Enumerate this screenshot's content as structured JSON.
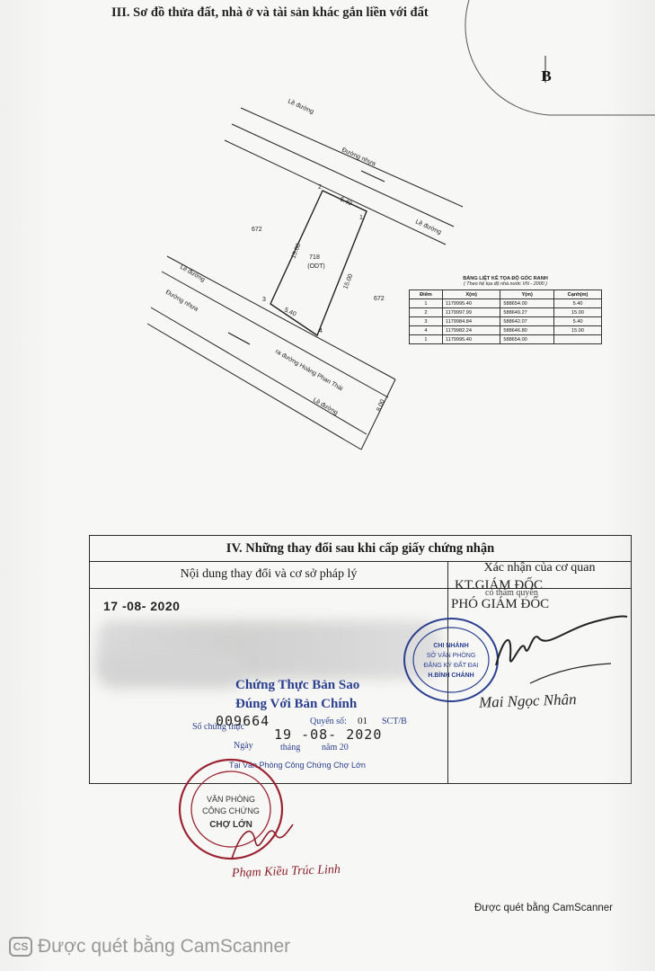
{
  "section3": {
    "title": "III. Sơ đồ thửa đất, nhà ở và tài sản khác gắn liền với đất",
    "compass_label": "B",
    "map": {
      "road_top_edge_label": "Lề đường",
      "road_top_name": "Đường nhựa",
      "road_top_side_label": "Lề đường",
      "road_bottom_edge_label": "Lề đường",
      "road_bottom_name": "Đường nhựa",
      "road_bottom_direction": "ra đường Hoàng Phan Thái",
      "road_bottom_side_label": "Lề đường",
      "road_bottom_width": "8.00",
      "parcel_number": "718",
      "parcel_type": "(ODT)",
      "neighbor_left": "672",
      "neighbor_right": "672",
      "edge_top": "5.40",
      "edge_bottom": "5.40",
      "edge_left": "15.00",
      "edge_right": "15.00",
      "corner_1": "1",
      "corner_2": "2",
      "corner_3": "3",
      "corner_4": "4"
    },
    "coord_table": {
      "title": "BẢNG LIỆT KÊ TỌA ĐỘ GÓC RANH",
      "subtitle": "( Theo hệ tọa độ nhà nước VN - 2000 )",
      "headers": [
        "Điểm",
        "X(m)",
        "Y(m)",
        "Cạnh(m)"
      ],
      "rows": [
        [
          "1",
          "1179995.40",
          "588654.00",
          "5.40"
        ],
        [
          "2",
          "1179997.99",
          "588649.27",
          "15.00"
        ],
        [
          "3",
          "1179984.84",
          "588642.07",
          "5.40"
        ],
        [
          "4",
          "1179982.24",
          "588646.80",
          "15.00"
        ],
        [
          "1",
          "1179995.40",
          "588654.00",
          ""
        ]
      ]
    }
  },
  "section4": {
    "title": "IV. Những thay đổi sau khi cấp giấy chứng nhận",
    "col_left": "Nội dung thay đổi và cơ sở pháp lý",
    "col_right_line1": "Xác nhận của cơ quan",
    "col_right_line2": "có thẩm quyền",
    "entry_date": "17 -08- 2020",
    "kt_giam_doc": "KT.GIÁM ĐỐC",
    "pho_giam_doc": "PHÓ GIÁM ĐỐC",
    "signer": "Mai Ngọc Nhân",
    "branch_stamp_lines": [
      "CHI NHÁNH",
      "SỞ VĂN PHÒNG",
      "ĐĂNG KÝ ĐẤT ĐAI",
      "H.BÌNH CHÁNH"
    ]
  },
  "certification": {
    "line1": "Chứng Thực Bản Sao",
    "line2": "Đúng Với Bản Chính",
    "so_label": "Số chứng thực",
    "so_value": "009664",
    "quyen_label": "Quyển số:",
    "quyen_value": "01",
    "quyen_suffix": "SCT/B",
    "ngay_label": "Ngày",
    "thang_label": "tháng",
    "nam_label": "năm 20",
    "date_value": "19 -08- 2020",
    "office_line": "Tại Văn Phòng Công Chứng Chợ Lớn",
    "stamp_lines": [
      "VĂN PHÒNG",
      "CÔNG CHỨNG",
      "CHỢ LỚN"
    ],
    "notary_signature": "Phạm Kiều Trúc Linh"
  },
  "footer": {
    "scanned_small": "Được quét bằng CamScanner",
    "watermark_logo": "CS",
    "watermark": "Được quét bằng CamScanner"
  }
}
